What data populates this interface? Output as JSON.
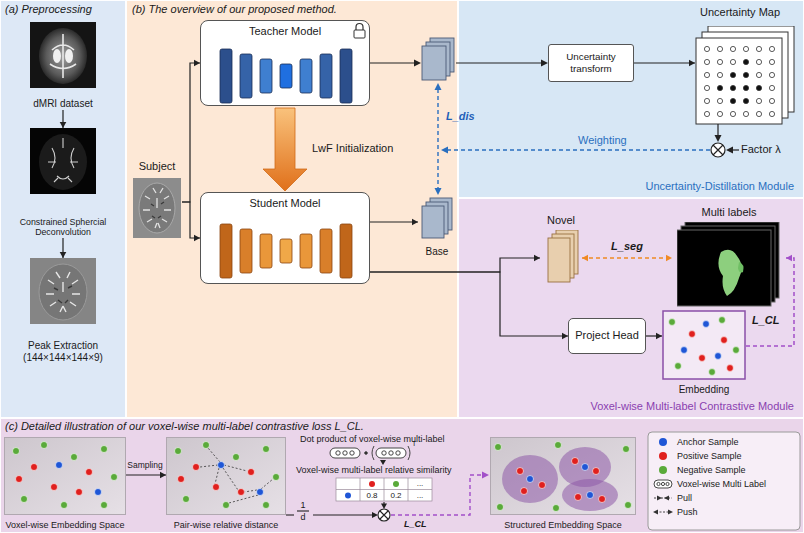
{
  "diagram": {
    "nodes": [
      {
        "text": [
          "(a) Preprocessing"
        ]
      },
      {
        "text": [
          "dMRI dataset"
        ],
        "in": 0
      },
      {
        "text": [
          "Constrained Sphercial Deconvolution"
        ],
        "in": 0
      },
      {
        "text": [
          "Peak Extraction",
          "(144×144×144×9)"
        ],
        "in": 0
      },
      {
        "text": [
          "(b) The overview of our proposed method."
        ]
      },
      {
        "text": [
          "Subject"
        ],
        "in": 4
      },
      {
        "text": [
          "Teacher Model"
        ],
        "in": 4
      },
      {
        "text": [
          "Student Model"
        ],
        "in": 4
      },
      {
        "text": [
          "Base"
        ],
        "in": 4
      },
      {
        "text": [
          "Uncertainty-Distillation Module"
        ]
      },
      {
        "text": [
          "Uncertainty transform"
        ],
        "in": 9
      },
      {
        "text": [
          "Uncertainty Map"
        ],
        "in": 9
      },
      {
        "text": [
          "Voxel-wise Multi-label Contrastive Module"
        ]
      },
      {
        "text": [
          "Novel"
        ],
        "in": 12
      },
      {
        "text": [
          "Multi labels"
        ],
        "in": 12
      },
      {
        "text": [
          "Project Head"
        ],
        "in": 12
      },
      {
        "text": [
          "Embedding"
        ],
        "in": 12
      },
      {
        "text": [
          "(c) Detailed illustration of our voxel-wise multi-label contrastive loss L_CL."
        ]
      },
      {
        "text": [
          "Voxel-wise Embedding Space"
        ],
        "in": 17
      },
      {
        "text": [
          "Pair-wise relative distance"
        ],
        "in": 17
      },
      {
        "text": [
          "Structured Embedding Space"
        ],
        "in": 17
      }
    ],
    "edges": [
      {
        "from": 1,
        "to": 2,
        "arrow": "to"
      },
      {
        "from": 2,
        "to": 3,
        "arrow": "to"
      },
      {
        "from": 5,
        "to": 6,
        "arrow": "to"
      },
      {
        "from": 5,
        "to": 7,
        "arrow": "to"
      },
      {
        "from": 6,
        "to": 7,
        "label": "LwF Initialization",
        "arrow": "to"
      },
      {
        "from": 7,
        "to": 8,
        "arrow": "to"
      },
      {
        "from": 7,
        "to": 13,
        "arrow": "to"
      },
      {
        "from": 7,
        "to": 15,
        "arrow": "to"
      },
      {
        "from": 10,
        "to": 11,
        "arrow": "to"
      },
      {
        "from": 15,
        "to": 16,
        "arrow": "to"
      },
      {
        "from": 13,
        "to": 14,
        "label": "L_seg",
        "arrow": "both"
      },
      {
        "from": 16,
        "to": 14,
        "label": "L_CL",
        "arrow": "to"
      },
      {
        "from": 18,
        "to": 19,
        "label": "Sampling",
        "arrow": "to"
      }
    ],
    "labels": [
      "L_dis",
      "Weighting",
      "Factor λ",
      "Dot product of voxel-wise multi-label",
      "T",
      "Voxel-wise multi-label relative similarity",
      "0.8",
      "0.2",
      "...",
      "...",
      "1",
      "d",
      "L_CL"
    ],
    "legend": [
      {
        "text": "Anchor Sample",
        "color": "#1f56d6"
      },
      {
        "text": "Positive Sample",
        "color": "#e0201e"
      },
      {
        "text": "Negative Sample",
        "color": "#5aaa3a"
      },
      {
        "text": "Voxel-wise Multi Label"
      },
      {
        "text": "Pull"
      },
      {
        "text": "Push"
      }
    ]
  }
}
